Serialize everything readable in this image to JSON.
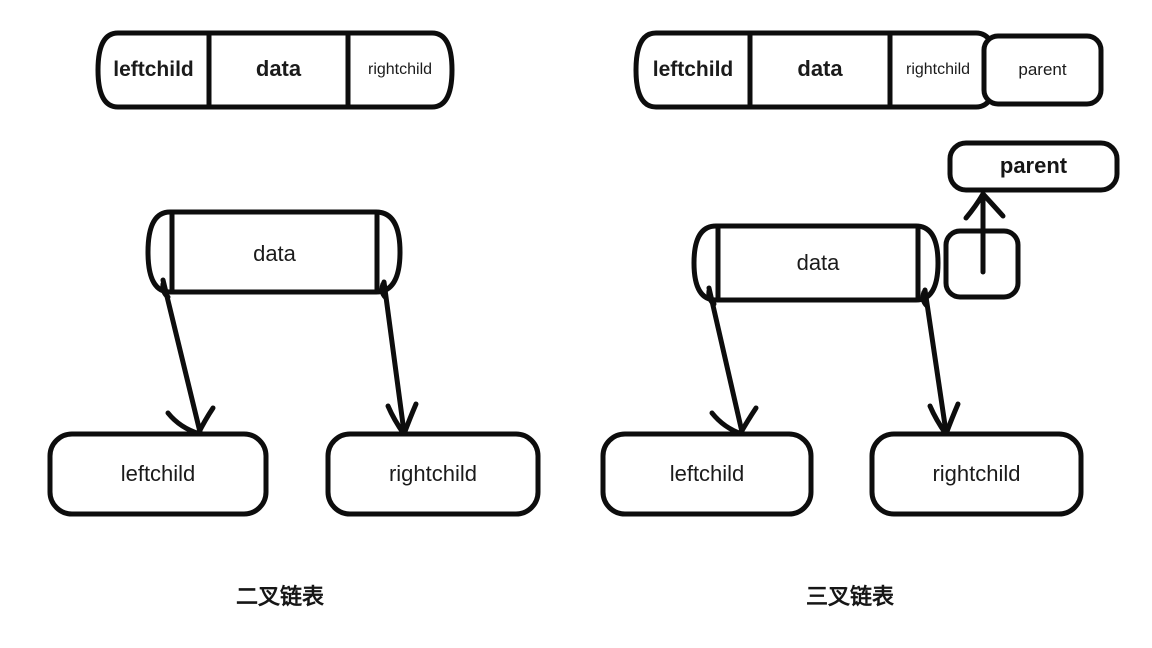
{
  "figure": {
    "title": "",
    "background_color": "#ffffff",
    "stroke_color": "#0d0d0d",
    "text_color": "#1b1b1b"
  },
  "panels": [
    {
      "id": "binary-linked-list",
      "caption": "二叉链表",
      "node_record": {
        "cells": [
          {
            "label": "leftchild",
            "bold": true
          },
          {
            "label": "data",
            "bold": true
          },
          {
            "label": "rightchild",
            "bold": false
          }
        ]
      },
      "tree": {
        "root": {
          "label": "data",
          "fields": [
            "leftchild",
            "data",
            "rightchild"
          ]
        },
        "children": [
          {
            "label": "leftchild"
          },
          {
            "label": "rightchild"
          }
        ]
      }
    },
    {
      "id": "trinary-linked-list",
      "caption": "三叉链表",
      "node_record": {
        "cells": [
          {
            "label": "leftchild",
            "bold": true
          },
          {
            "label": "data",
            "bold": true
          },
          {
            "label": "rightchild",
            "bold": false
          },
          {
            "label": "parent",
            "bold": false
          }
        ]
      },
      "tree": {
        "root": {
          "label": "data",
          "fields": [
            "leftchild",
            "data",
            "rightchild",
            "parent"
          ]
        },
        "children": [
          {
            "label": "leftchild"
          },
          {
            "label": "rightchild"
          }
        ],
        "parent": {
          "label": "parent"
        }
      }
    }
  ]
}
